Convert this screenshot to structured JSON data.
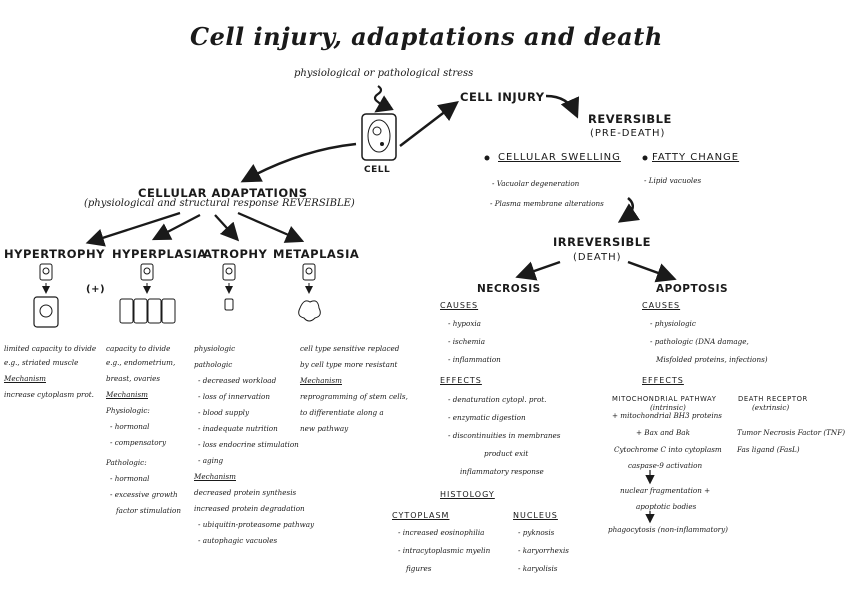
{
  "title": "Cell injury, adaptations and death",
  "stress": "physiological or pathological stress",
  "cell": "CELL",
  "plus": "(+)",
  "injury": {
    "label": "CELL INJURY",
    "reversible": "REVERSIBLE",
    "predeath": "(PRE-DEATH)",
    "swelling": "CELLULAR SWELLING",
    "fatty": "FATTY CHANGE",
    "swelling_items": [
      "- Vacuolar degeneration",
      "- Plasma membrane alterations"
    ],
    "fatty_items": [
      "- Lipid vacuoles"
    ],
    "irreversible": "IRREVERSIBLE",
    "death": "(DEATH)"
  },
  "adaptations": {
    "label": "CELLULAR ADAPTATIONS",
    "sub": "(physiological and structural response REVERSIBLE)",
    "types": [
      "HYPERTROPHY",
      "HYPERPLASIA",
      "ATROPHY",
      "METAPLASIA"
    ],
    "hypertrophy_notes": [
      "limited capacity to divide",
      "e.g., striated muscle",
      "Mechanism",
      "increase cytoplasm prot."
    ],
    "hyperplasia_notes": [
      "capacity to divide",
      "e.g., endometrium,",
      "breast, ovaries",
      "Mechanism",
      "Physiologic:",
      "- hormonal",
      "- compensatory",
      "Pathologic:",
      "- hormonal",
      "- excessive growth",
      "factor stimulation"
    ],
    "atrophy_notes": [
      "physiologic",
      "pathologic",
      "- decreased workload",
      "- loss of innervation",
      "- blood supply",
      "- inadequate nutrition",
      "- loss endocrine stimulation",
      "- aging",
      "Mechanism",
      "decreased protein synthesis",
      "increased protein degradation",
      "- ubiquitin-proteasome pathway",
      "- autophagic vacuoles"
    ],
    "metaplasia_notes": [
      "cell type sensitive replaced",
      "by cell type more resistant",
      "Mechanism",
      "reprogramming of stem cells,",
      "to differentiate along a",
      "new pathway"
    ]
  },
  "necrosis": {
    "label": "NECROSIS",
    "causes_label": "CAUSES",
    "causes": [
      "- hypoxia",
      "- ischemia",
      "- inflammation"
    ],
    "effects_label": "EFFECTS",
    "effects": [
      "- denaturation cytopl. prot.",
      "- enzymatic digestion",
      "- discontinuities in membranes",
      "product exit",
      "inflammatory response"
    ],
    "histology_label": "HISTOLOGY",
    "cytoplasm_label": "CYTOPLASM",
    "cytoplasm": [
      "- increased eosinophilia",
      "- intracytoplasmic myelin",
      "figures"
    ],
    "nucleus_label": "NUCLEUS",
    "nucleus": [
      "- pyknosis",
      "- karyorrhexis",
      "- karyolisis"
    ]
  },
  "apoptosis": {
    "label": "APOPTOSIS",
    "causes_label": "CAUSES",
    "causes": [
      "- physiologic",
      "- pathologic (DNA damage,",
      "Misfolded proteins, infections)"
    ],
    "effects_label": "EFFECTS",
    "mito_label": "MITOCHONDRIAL PATHWAY",
    "mito_sub": "(intrinsic)",
    "mito_lines": [
      "+ mitochondrial BH3 proteins",
      "+ Bax and Bak",
      "Cytochrome C into cytoplasm",
      "caspase-9 activation",
      "nuclear fragmentation +",
      "apoptotic bodies",
      "phagocytosis (non-inflammatory)"
    ],
    "death_label": "DEATH RECEPTOR",
    "death_sub": "(extrinsic)",
    "death_lines": [
      "Tumor Necrosis Factor (TNF)",
      "Fas ligand (FasL)"
    ]
  }
}
